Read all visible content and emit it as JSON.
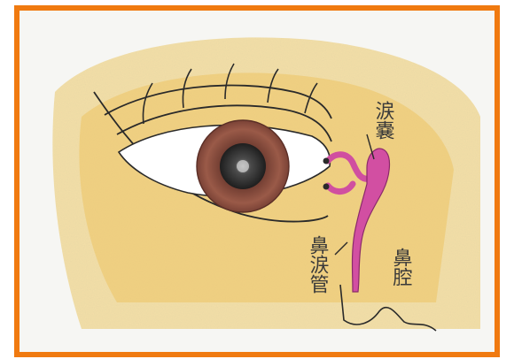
{
  "colors": {
    "frame": "#f07a10",
    "paper": "#f6f6f3",
    "skin_wash": "#f0c860",
    "iris": "#8a4a3c",
    "pupil": "#2c2c2c",
    "duct": "#d04fa0",
    "ink": "#2a2a2a"
  },
  "labels": {
    "lacrimal_sac": "涙嚢",
    "nasolacrimal_duct": "鼻涙管",
    "nasal_cavity": "鼻腔"
  }
}
